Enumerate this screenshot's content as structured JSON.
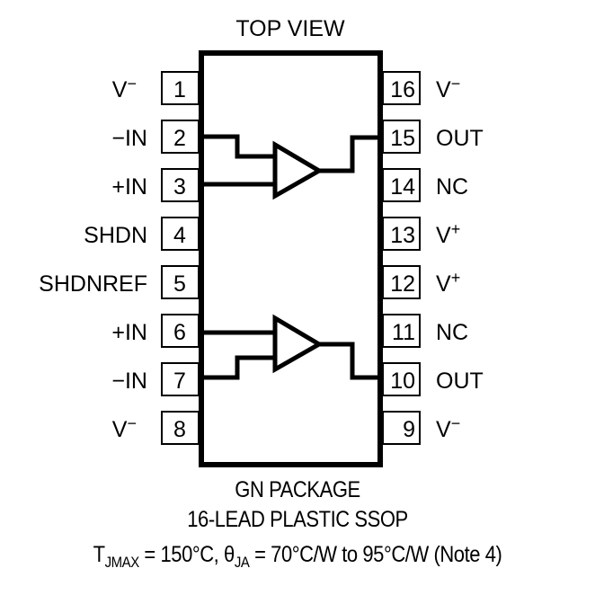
{
  "title": "TOP VIEW",
  "pins_left": [
    {
      "number": "1",
      "name": "V",
      "sup": "−"
    },
    {
      "number": "2",
      "name": "−IN",
      "sup": ""
    },
    {
      "number": "3",
      "name": "+IN",
      "sup": ""
    },
    {
      "number": "4",
      "name": "SHDN",
      "sup": ""
    },
    {
      "number": "5",
      "name": "SHDNREF",
      "sup": ""
    },
    {
      "number": "6",
      "name": "+IN",
      "sup": ""
    },
    {
      "number": "7",
      "name": "−IN",
      "sup": ""
    },
    {
      "number": "8",
      "name": "V",
      "sup": "−"
    }
  ],
  "pins_right": [
    {
      "number": "16",
      "name": "V",
      "sup": "−"
    },
    {
      "number": "15",
      "name": "OUT",
      "sup": ""
    },
    {
      "number": "14",
      "name": "NC",
      "sup": ""
    },
    {
      "number": "13",
      "name": "V",
      "sup": "+"
    },
    {
      "number": "12",
      "name": "V",
      "sup": "+"
    },
    {
      "number": "11",
      "name": "NC",
      "sup": ""
    },
    {
      "number": "10",
      "name": "OUT",
      "sup": ""
    },
    {
      "number": "9",
      "name": "V",
      "sup": "−"
    }
  ],
  "amplifiers": [
    {
      "name": "amplifier-a",
      "inverting_pin": "2",
      "noninverting_pin": "3",
      "output_pin": "15"
    },
    {
      "name": "amplifier-b",
      "inverting_pin": "7",
      "noninverting_pin": "6",
      "output_pin": "10"
    }
  ],
  "package": {
    "line1": "GN PACKAGE",
    "line2": "16-LEAD PLASTIC SSOP"
  },
  "thermal": {
    "tj_symbol": "T",
    "tj_sub": "JMAX",
    "tj_value": " = 150°C, ",
    "theta_symbol": "θ",
    "theta_sub": "JA",
    "theta_value": " = 70°C/W to 95°C/W (Note 4)"
  }
}
